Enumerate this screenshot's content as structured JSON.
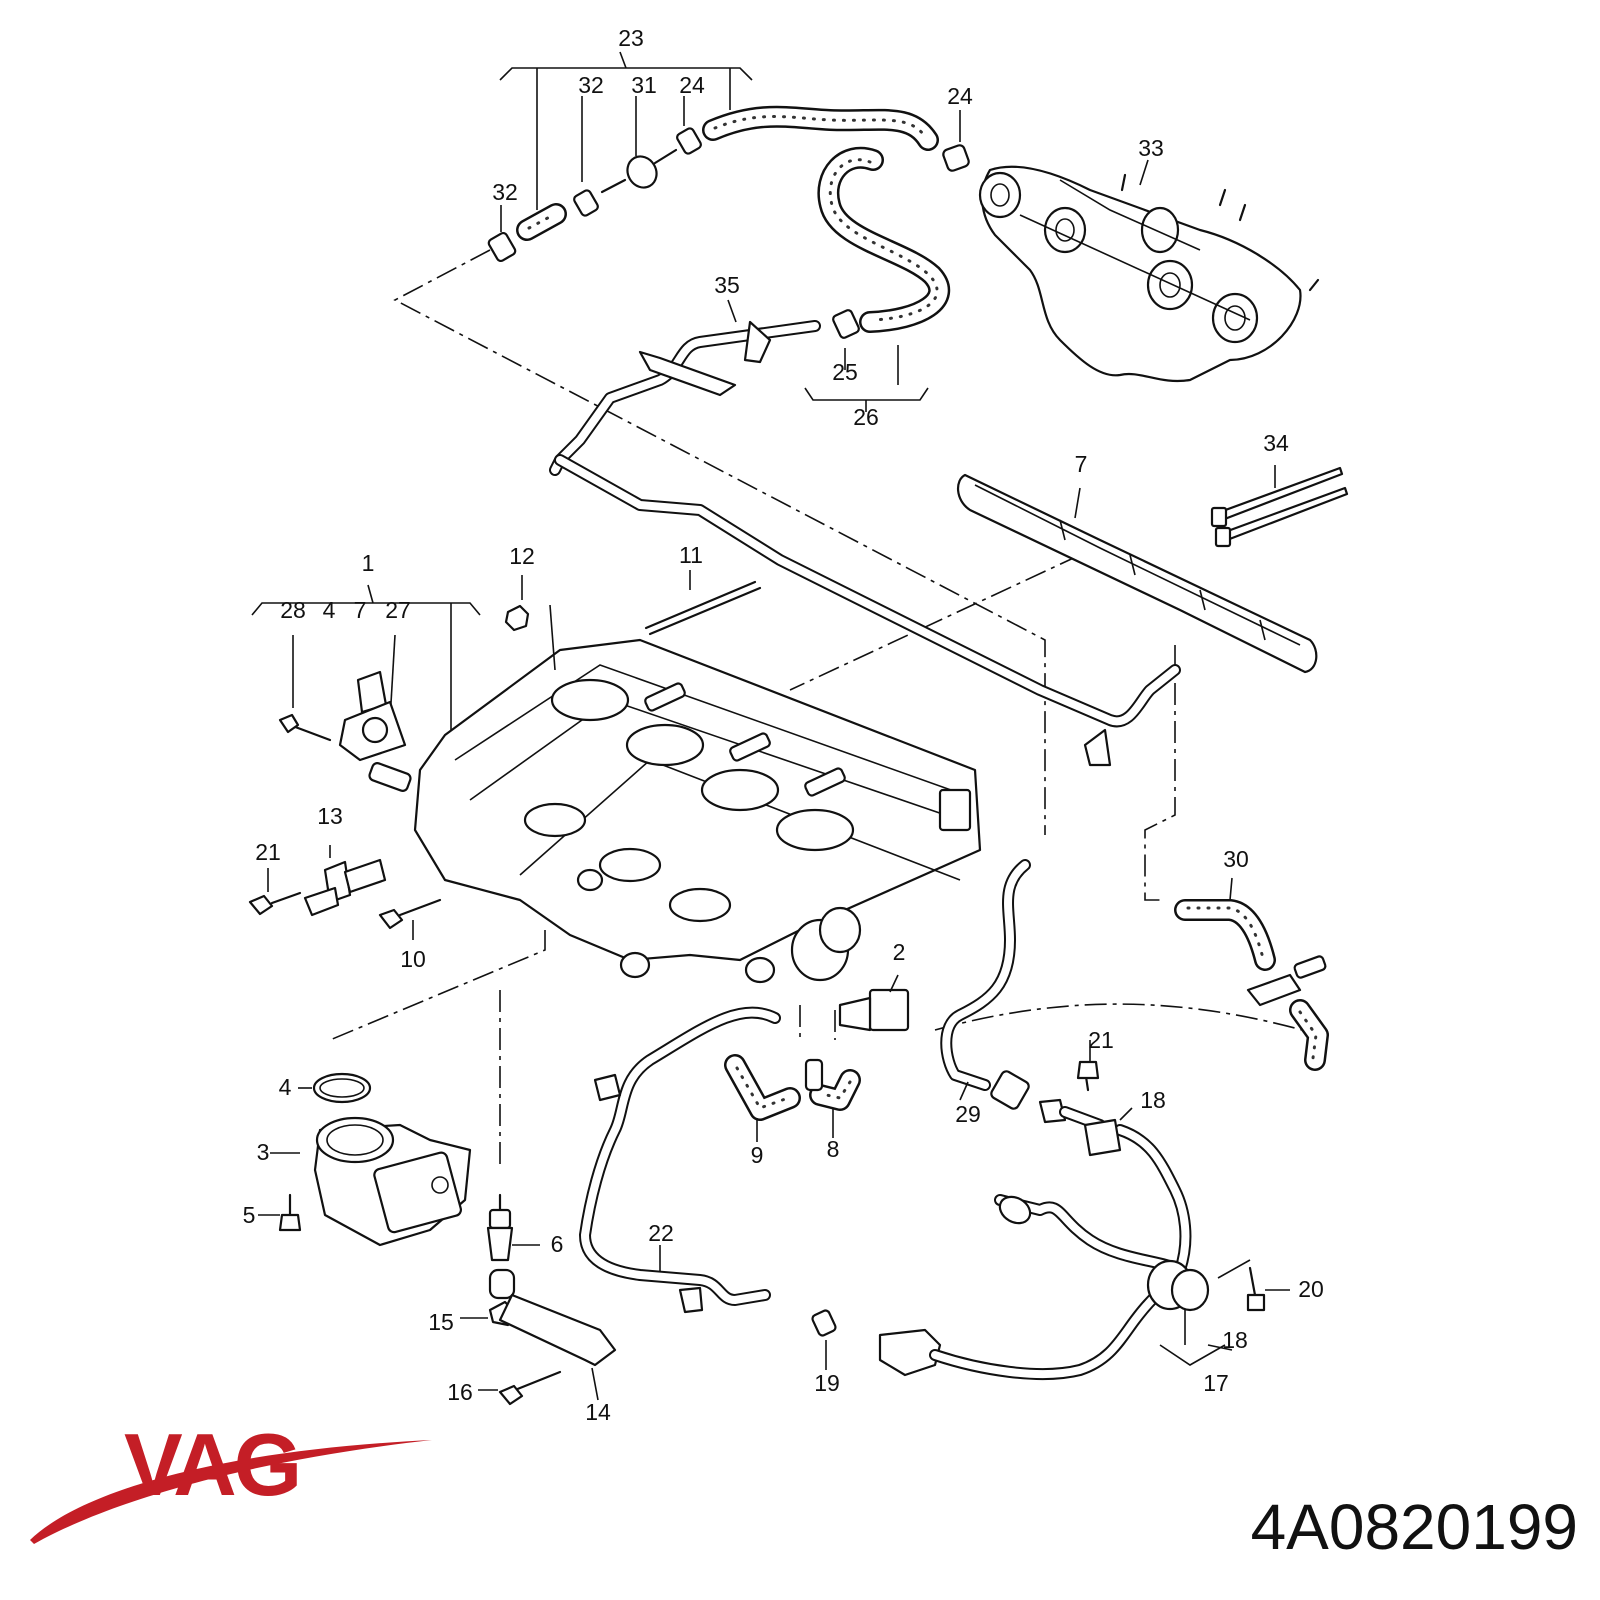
{
  "brand": {
    "logo_text": "VAG",
    "color": "#c41e26"
  },
  "part_number": "4A0820199",
  "diagram": {
    "callouts": [
      "23",
      "32",
      "31",
      "24",
      "32",
      "24",
      "33",
      "35",
      "25",
      "26",
      "34",
      "7",
      "1",
      "12",
      "11",
      "28",
      "4",
      "7",
      "27",
      "13",
      "21",
      "10",
      "2",
      "30",
      "4",
      "3",
      "5",
      "6",
      "9",
      "8",
      "29",
      "21",
      "18",
      "22",
      "20",
      "15",
      "19",
      "16",
      "14",
      "18",
      "17"
    ]
  }
}
